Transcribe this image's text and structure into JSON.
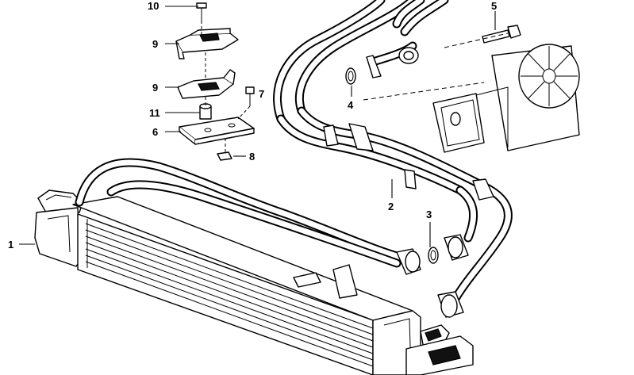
{
  "callouts": [
    {
      "id": "c10",
      "label": "10"
    },
    {
      "id": "c9a",
      "label": "9"
    },
    {
      "id": "c9b",
      "label": "9"
    },
    {
      "id": "c11",
      "label": "11"
    },
    {
      "id": "c6",
      "label": "6"
    },
    {
      "id": "c7",
      "label": "7"
    },
    {
      "id": "c8",
      "label": "8"
    },
    {
      "id": "c5",
      "label": "5"
    },
    {
      "id": "c4",
      "label": "4"
    },
    {
      "id": "c2",
      "label": "2"
    },
    {
      "id": "c3",
      "label": "3"
    },
    {
      "id": "c1",
      "label": "1"
    }
  ]
}
